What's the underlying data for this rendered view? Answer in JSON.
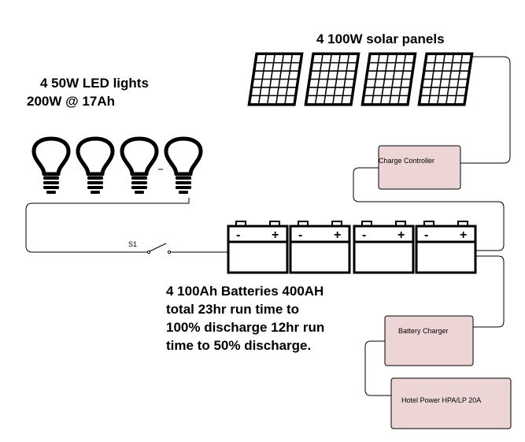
{
  "solar": {
    "title": "4 100W solar panels",
    "count": 4
  },
  "lights": {
    "title": "4 50W LED lights",
    "subtitle": "200W @ 17Ah",
    "count": 4
  },
  "switch": {
    "label": "S1"
  },
  "batteries": {
    "count": 4,
    "minus": "-",
    "plus": "+",
    "description": [
      "4 100Ah Batteries 400AH",
      "total 23hr run time to",
      "100% discharge 12hr run",
      "time to 50% discharge."
    ]
  },
  "components": {
    "charge_controller": "Charge Controller",
    "battery_charger": "Battery Charger",
    "hotel_power": "Hotel Power HPA/LP 20A"
  },
  "colors": {
    "component_fill": "#edd5d5",
    "line": "#000000"
  }
}
